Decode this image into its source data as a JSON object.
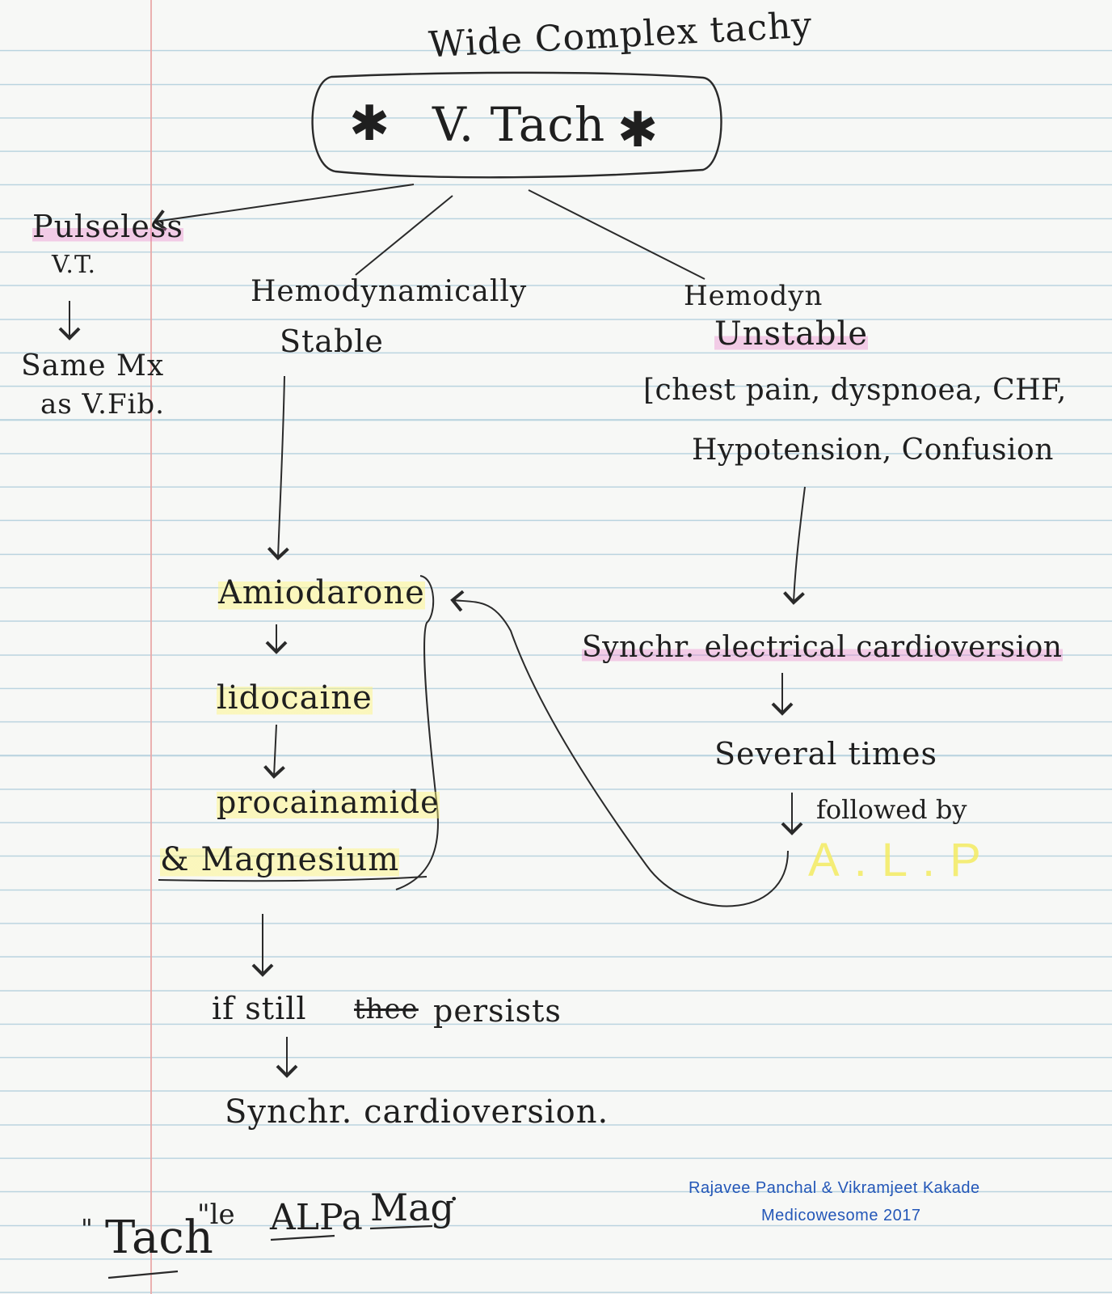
{
  "diagram": {
    "heading": "Wide Complex tachy",
    "root": "V. Tach",
    "root_symbol": "✱",
    "pulseless": {
      "title_line1": "Pulseless",
      "title_line2": "V.T.",
      "result_line1": "Same Mx",
      "result_line2": "as V.Fib."
    },
    "stable": {
      "title_line1": "Hemodynamically",
      "title_line2": "Stable",
      "drugs": [
        "Amiodarone",
        "lidocaine",
        "procainamide",
        "& Magnesium"
      ],
      "if_still": "if still",
      "struck_word": "thee",
      "persists": "persists",
      "final_step": "Synchr. cardioversion."
    },
    "unstable": {
      "title_line1": "Hemodyn",
      "title_line2": "Unstable",
      "symptoms_line1": "[chest pain, dyspnoea, CHF,",
      "symptoms_line2": "Hypotension, Confusion",
      "step1": "Synchr. electrical cardioversion",
      "step2": "Several times",
      "followed_by": "followed by",
      "alp": "A.L.P"
    },
    "mnemonic": {
      "quote_mark": "\"",
      "word1": "Tach",
      "word1_suffix": "\"le",
      "word2": "ALPa",
      "word3": "Mag",
      "dot": "."
    },
    "credit": {
      "authors": "Rajavee Panchal & Vikramjeet Kakade",
      "source": "Medicowesome 2017"
    }
  },
  "colors": {
    "ink": "#1f1f1f",
    "highlight_pink": "#e978c8",
    "highlight_yellow": "#f4ec62",
    "credit_blue": "#2457b8",
    "ruled_line": "#b9d3df",
    "margin_line": "#e9a8a8"
  }
}
